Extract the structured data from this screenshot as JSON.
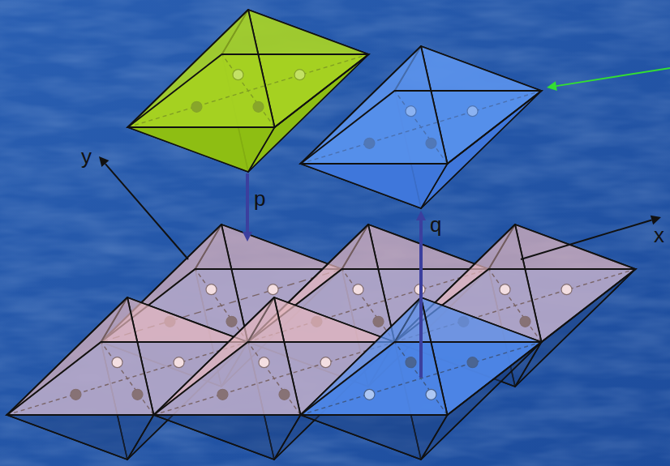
{
  "diagram": {
    "labels": [
      "y",
      "p",
      "q",
      "x"
    ]
  }
}
